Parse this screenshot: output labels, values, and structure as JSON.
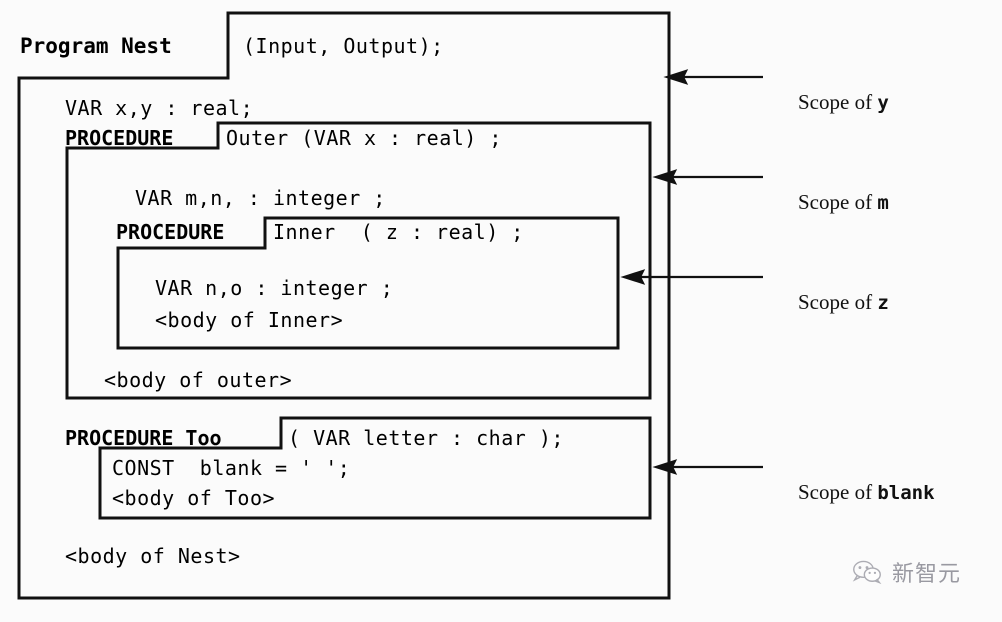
{
  "diagram": {
    "title": "Pascal nested scope diagram",
    "colors": {
      "background": "#fbfbfb",
      "stroke": "#111111",
      "text": "#000000"
    },
    "code_lines": [
      {
        "id": "program_header_name",
        "text": "Program Nest",
        "style": "bold"
      },
      {
        "id": "program_header_params",
        "text": "(Input, Output);",
        "style": "mono"
      },
      {
        "id": "nest_var",
        "text": "VAR x,y : real;",
        "style": "mono"
      },
      {
        "id": "outer_kw",
        "text": "PROCEDURE",
        "style": "bold"
      },
      {
        "id": "outer_sig",
        "text": "Outer (VAR x : real) ;",
        "style": "mono"
      },
      {
        "id": "outer_var",
        "text": "VAR m,n, : integer ;",
        "style": "mono"
      },
      {
        "id": "inner_kw",
        "text": "PROCEDURE",
        "style": "bold"
      },
      {
        "id": "inner_sig",
        "text": "Inner  ( z : real) ;",
        "style": "mono"
      },
      {
        "id": "inner_var",
        "text": "VAR n,o : integer ;",
        "style": "mono"
      },
      {
        "id": "inner_body",
        "text": "<body of Inner>",
        "style": "mono"
      },
      {
        "id": "outer_body",
        "text": "<body of outer>",
        "style": "mono"
      },
      {
        "id": "too_kw",
        "text": "PROCEDURE Too",
        "style": "bold"
      },
      {
        "id": "too_sig",
        "text": "( VAR letter : char );",
        "style": "mono"
      },
      {
        "id": "too_const",
        "text": "CONST  blank = ' ';",
        "style": "mono"
      },
      {
        "id": "too_body",
        "text": "<body of Too>",
        "style": "mono"
      },
      {
        "id": "nest_body",
        "text": "<body of Nest>",
        "style": "mono"
      }
    ],
    "annotations": [
      {
        "id": "scope_y",
        "prefix": "Scope of ",
        "variable": "y"
      },
      {
        "id": "scope_m",
        "prefix": "Scope of ",
        "variable": "m"
      },
      {
        "id": "scope_z",
        "prefix": "Scope of ",
        "variable": "z"
      },
      {
        "id": "scope_blank",
        "prefix": "Scope of ",
        "variable": "blank"
      }
    ],
    "watermark": {
      "text": "新智元",
      "icon": "wechat-logo"
    }
  }
}
